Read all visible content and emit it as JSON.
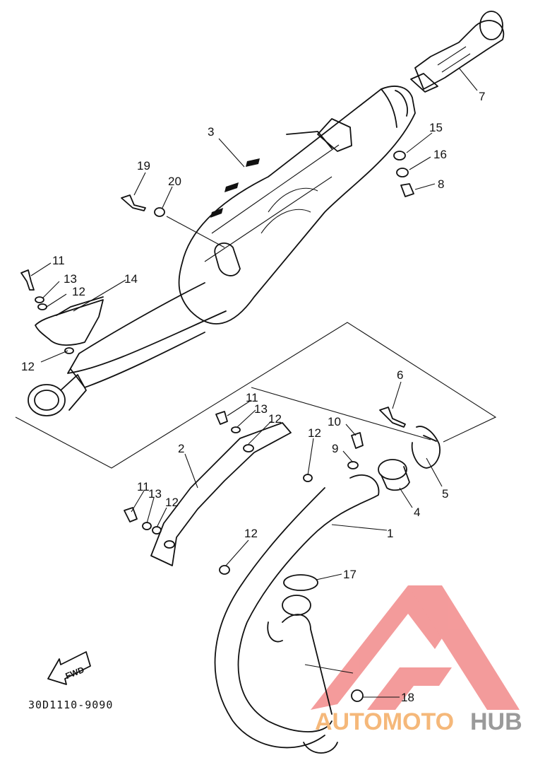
{
  "diagram": {
    "document_code": "30D1110-9090",
    "fwd_label": "FWD",
    "callouts": [
      {
        "id": "c1",
        "label": "1"
      },
      {
        "id": "c2",
        "label": "2"
      },
      {
        "id": "c3",
        "label": "3"
      },
      {
        "id": "c4",
        "label": "4"
      },
      {
        "id": "c5",
        "label": "5"
      },
      {
        "id": "c6",
        "label": "6"
      },
      {
        "id": "c7",
        "label": "7"
      },
      {
        "id": "c8",
        "label": "8"
      },
      {
        "id": "c9",
        "label": "9"
      },
      {
        "id": "c10",
        "label": "10"
      },
      {
        "id": "c11a",
        "label": "11"
      },
      {
        "id": "c11b",
        "label": "11"
      },
      {
        "id": "c11c",
        "label": "11"
      },
      {
        "id": "c12a",
        "label": "12"
      },
      {
        "id": "c12b",
        "label": "12"
      },
      {
        "id": "c12c",
        "label": "12"
      },
      {
        "id": "c12d",
        "label": "12"
      },
      {
        "id": "c12e",
        "label": "12"
      },
      {
        "id": "c12f",
        "label": "12"
      },
      {
        "id": "c13a",
        "label": "13"
      },
      {
        "id": "c13b",
        "label": "13"
      },
      {
        "id": "c13c",
        "label": "13"
      },
      {
        "id": "c14",
        "label": "14"
      },
      {
        "id": "c15",
        "label": "15"
      },
      {
        "id": "c16",
        "label": "16"
      },
      {
        "id": "c17",
        "label": "17"
      },
      {
        "id": "c18",
        "label": "18"
      },
      {
        "id": "c19",
        "label": "19"
      },
      {
        "id": "c20",
        "label": "20"
      }
    ]
  },
  "watermark": {
    "part1": "AUTOMOTO",
    "part2": "HUB",
    "color_logo": "#f07a7a",
    "color_text1": "#f5b87a",
    "color_text2": "#9a9a9a"
  }
}
